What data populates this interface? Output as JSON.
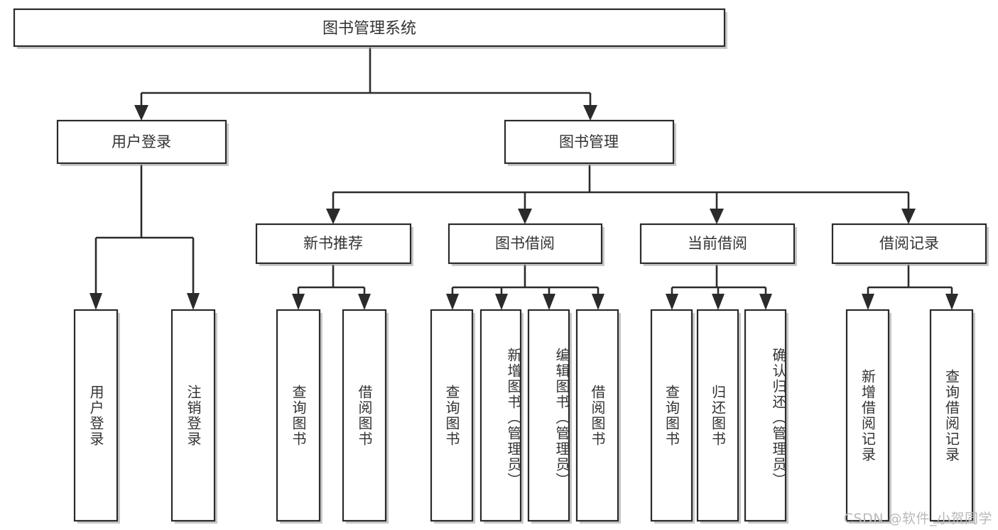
{
  "diagram": {
    "title": "图书管理系统",
    "type": "hierarchy-tree",
    "colors": {
      "box_fill": "#ffffff",
      "box_stroke": "#2b2b2b",
      "text": "#333333",
      "watermark": "#b9b9b9",
      "background": "#ffffff"
    },
    "levels": {
      "root": {
        "label": "图书管理系统"
      },
      "level2": [
        {
          "label": "用户登录"
        },
        {
          "label": "图书管理"
        }
      ],
      "level3": [
        {
          "label": "新书推荐"
        },
        {
          "label": "图书借阅"
        },
        {
          "label": "当前借阅"
        },
        {
          "label": "借阅记录"
        }
      ],
      "leaves": {
        "user_login": [
          {
            "label": "用户登录"
          },
          {
            "label": "注销登录"
          }
        ],
        "new_book_recommend": [
          {
            "label": "查询图书"
          },
          {
            "label": "借阅图书"
          }
        ],
        "book_borrow": [
          {
            "label": "查询图书"
          },
          {
            "label": "新增图书（管理员）"
          },
          {
            "label": "编辑图书（管理员）"
          },
          {
            "label": "借阅图书"
          }
        ],
        "current_borrow": [
          {
            "label": "查询图书"
          },
          {
            "label": "归还图书"
          },
          {
            "label": "确认归还（管理员）"
          }
        ],
        "borrow_record": [
          {
            "label": "新增借阅记录"
          },
          {
            "label": "查询借阅记录"
          }
        ]
      }
    },
    "watermark": "CSDN @软件_小贺同学"
  }
}
